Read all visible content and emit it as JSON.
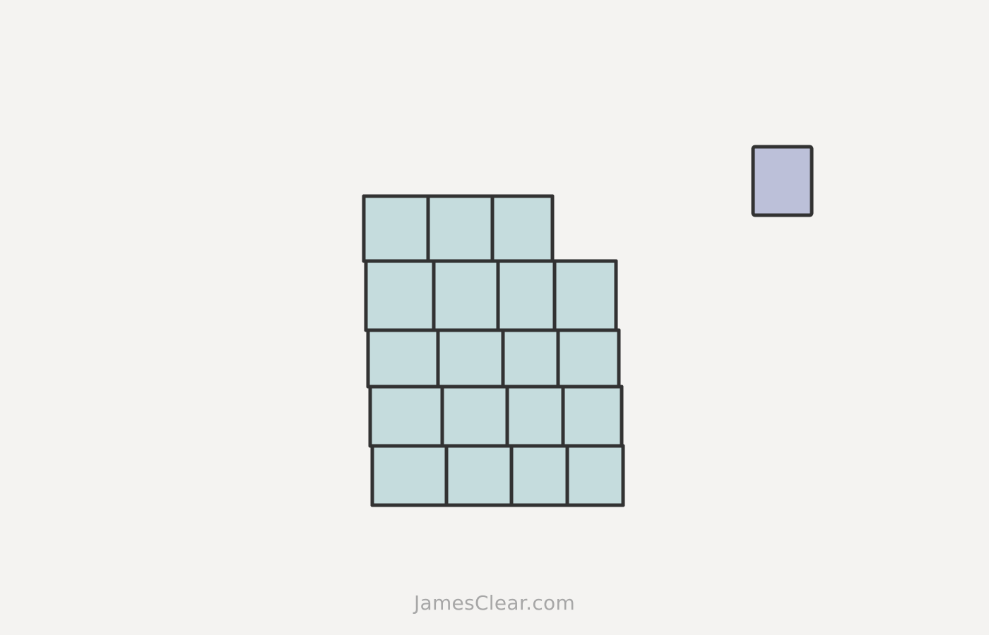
{
  "diagram": {
    "colors": {
      "background": "#f4f3f1",
      "grid_fill": "#c5dcdd",
      "single_fill": "#bcc0d9",
      "stroke": "#323232"
    },
    "grid": {
      "rows": [
        {
          "cells": 3
        },
        {
          "cells": 4
        },
        {
          "cells": 4
        },
        {
          "cells": 4
        },
        {
          "cells": 4
        }
      ],
      "total_cells": 19
    },
    "single_square": {
      "cells": 1
    }
  },
  "watermark": "JamesClear.com"
}
